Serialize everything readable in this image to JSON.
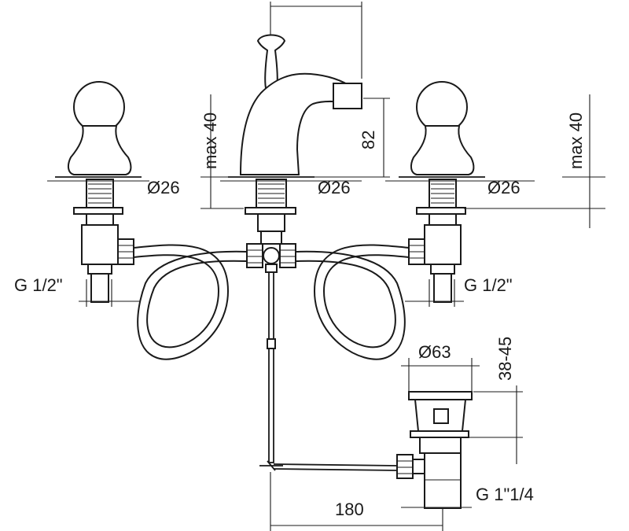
{
  "dimensions": {
    "left_valve_diameter": "Ø26",
    "center_diameter": "Ø26",
    "right_valve_diameter": "Ø26",
    "left_max": "max 40",
    "right_max": "max 40",
    "spout_height": "82",
    "left_thread": "G 1/2\"",
    "right_thread": "G 1/2\"",
    "waste_diameter": "Ø63",
    "waste_height": "38-45",
    "waste_thread": "G 1\"1/4",
    "spacing": "180"
  }
}
